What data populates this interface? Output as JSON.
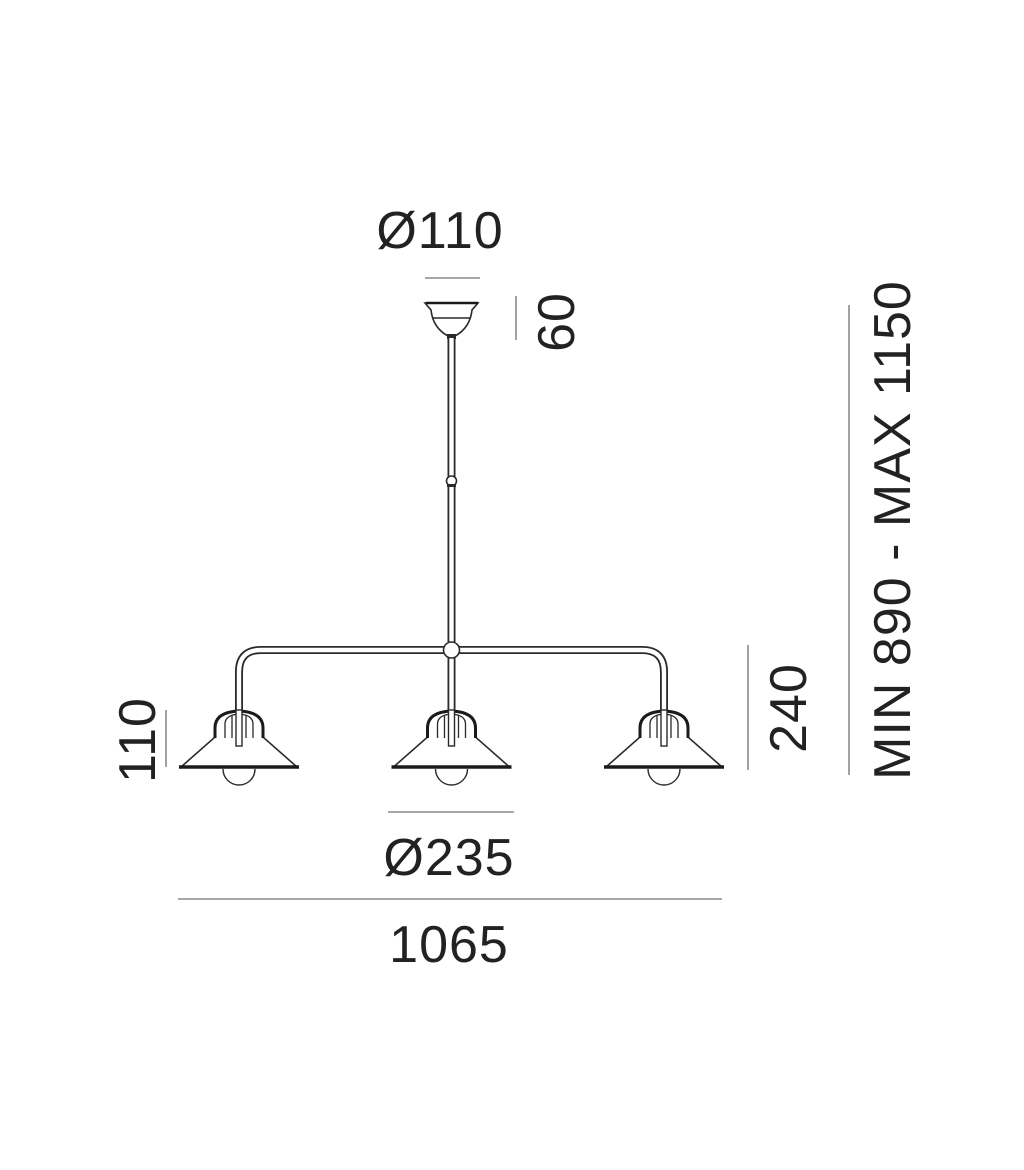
{
  "drawing": {
    "title": "Pendant lamp 3-light dimension drawing",
    "units": "mm",
    "colors": {
      "line": "#2a2a2a",
      "dimension_line": "#8a8a8a",
      "text": "#222222",
      "background": "#ffffff"
    }
  },
  "dimensions": {
    "canopy_diameter": "Ø110",
    "canopy_height": "60",
    "overall_height": "MIN 890 - MAX 1150",
    "arm_drop_height": "240",
    "shade_height": "110",
    "shade_diameter": "Ø235",
    "overall_width": "1065"
  },
  "components": {
    "canopy": "ceiling-canopy",
    "stem": "suspension-rod",
    "crossbar": "horizontal-arm",
    "shades": [
      "left-shade",
      "center-shade",
      "right-shade"
    ]
  }
}
